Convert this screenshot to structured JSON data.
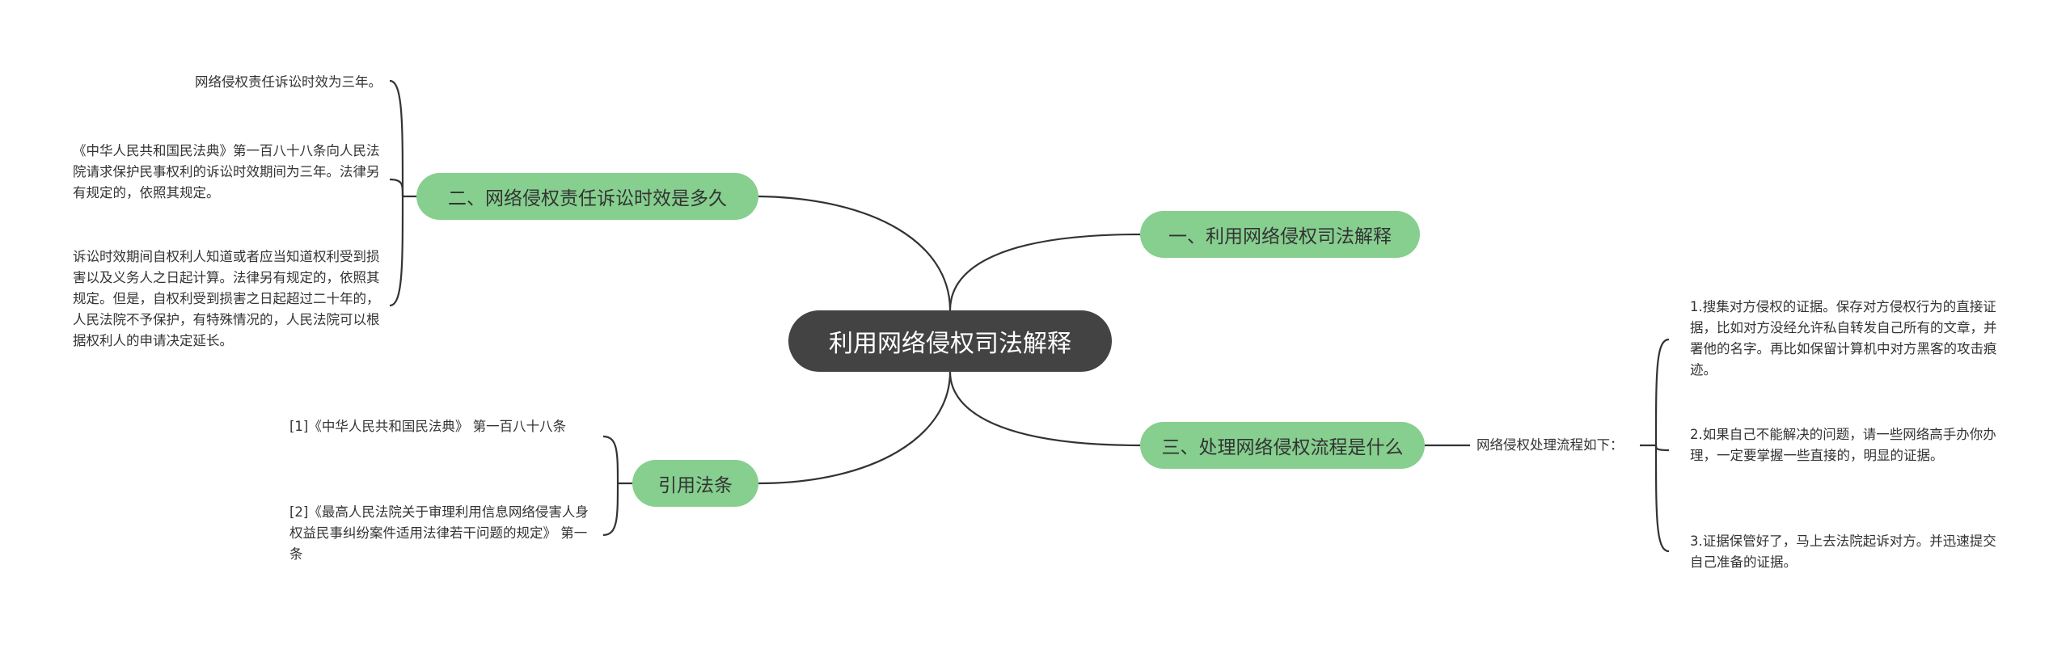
{
  "root": {
    "label": "利用网络侵权司法解释"
  },
  "branches": {
    "b1": {
      "label": "一、利用网络侵权司法解释"
    },
    "b2": {
      "label": "二、网络侵权责任诉讼时效是多久",
      "leaves": [
        "网络侵权责任诉讼时效为三年。",
        "《中华人民共和国民法典》第一百八十八条向人民法院请求保护民事权利的诉讼时效期间为三年。法律另有规定的，依照其规定。",
        "诉讼时效期间自权利人知道或者应当知道权利受到损害以及义务人之日起计算。法律另有规定的，依照其规定。但是，自权利受到损害之日起超过二十年的，人民法院不予保护，有特殊情况的，人民法院可以根据权利人的申请决定延长。"
      ]
    },
    "b3": {
      "label": "三、处理网络侵权流程是什么",
      "sub": "网络侵权处理流程如下：",
      "leaves": [
        "1.搜集对方侵权的证据。保存对方侵权行为的直接证据，比如对方没经允许私自转发自己所有的文章，并署他的名字。再比如保留计算机中对方黑客的攻击痕迹。",
        "2.如果自己不能解决的问题，请一些网络高手办你办理，一定要掌握一些直接的，明显的证据。",
        "3.证据保管好了，马上去法院起诉对方。并迅速提交自己准备的证据。"
      ]
    },
    "b4": {
      "label": "引用法条",
      "leaves": [
        "[1]《中华人民共和国民法典》 第一百八十八条",
        "[2]《最高人民法院关于审理利用信息网络侵害人身权益民事纠纷案件适用法律若干问题的规定》 第一条"
      ]
    }
  },
  "colors": {
    "root_bg": "#434343",
    "branch_bg": "#86cf8f",
    "line": "#333333"
  }
}
